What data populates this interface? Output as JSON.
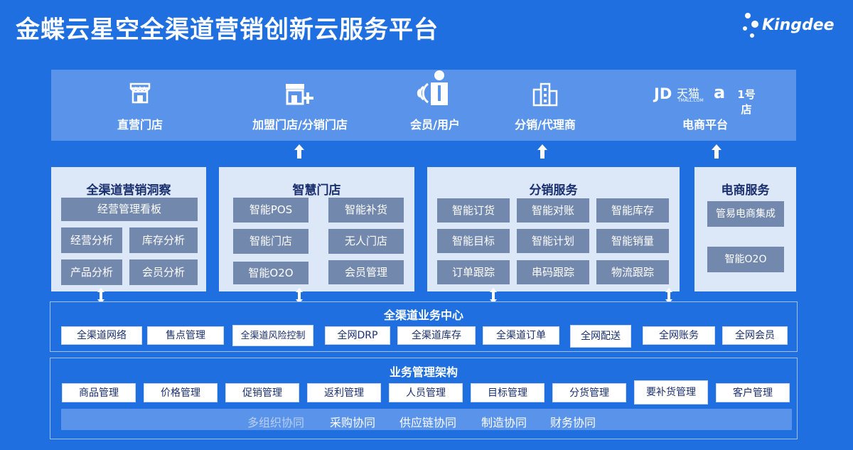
{
  "title": "金蝶云星空全渠道营销创新云服务平台",
  "logo": {
    "text": "Kingdee"
  },
  "channels": [
    {
      "label": "直营门店",
      "icon": "storefront-icon"
    },
    {
      "label": "加盟门店/分销门店",
      "icon": "store-plus-icon"
    },
    {
      "label": "会员/用户",
      "icon": "member-user-icon"
    },
    {
      "label": "分销/代理商",
      "icon": "building-icon"
    },
    {
      "label": "电商平台",
      "icon": "ecommerce-logos-icon",
      "logos": [
        "JD",
        "天猫",
        "TMALL.COM",
        "a",
        "1号店"
      ]
    }
  ],
  "panels": {
    "insight": {
      "title": "全渠道营销洞察",
      "items": [
        "经营管理看板",
        "经营分析",
        "库存分析",
        "产品分析",
        "会员分析"
      ]
    },
    "smart_store": {
      "title": "智慧门店",
      "items": [
        "智能POS",
        "智能补货",
        "智能门店",
        "无人门店",
        "智能O2O",
        "会员管理"
      ]
    },
    "distribution": {
      "title": "分销服务",
      "items": [
        "智能订货",
        "智能对账",
        "智能库存",
        "智能目标",
        "智能计划",
        "智能销量",
        "订单跟踪",
        "串码跟踪",
        "物流跟踪"
      ]
    },
    "ecommerce": {
      "title": "电商服务",
      "items": [
        "管易电商集成",
        "智能O2O"
      ]
    }
  },
  "center": {
    "title": "全渠道业务中心",
    "items": [
      "全渠道网络",
      "售点管理",
      "全渠道风险控制",
      "全网DRP",
      "全渠道库存",
      "全渠道订单",
      "全网配送",
      "全网账务",
      "全网会员"
    ]
  },
  "management": {
    "title": "业务管理架构",
    "items": [
      "商品管理",
      "价格管理",
      "促销管理",
      "返利管理",
      "人员管理",
      "目标管理",
      "分货管理",
      "要补货管理",
      "客户管理"
    ],
    "collaboration": [
      "多组织协同",
      "采购协同",
      "供应链协同",
      "制造协同",
      "财务协同"
    ]
  },
  "colors": {
    "background": "#1f6fe0",
    "panel": "#dce8f8",
    "tile": "#7388ad",
    "band": "#5a93ea"
  }
}
